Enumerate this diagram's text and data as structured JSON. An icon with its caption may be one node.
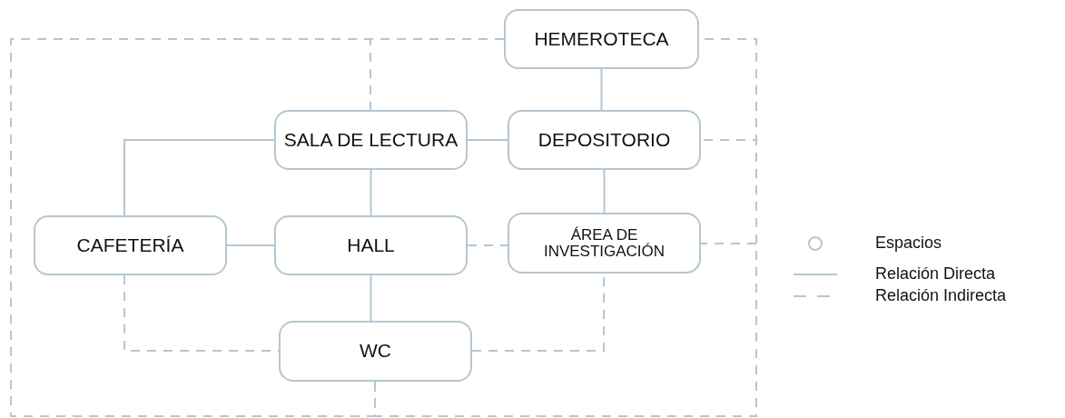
{
  "diagram": {
    "nodes": [
      {
        "text": [
          "HEMEROTECA"
        ]
      },
      {
        "text": [
          "SALA DE LECTURA"
        ]
      },
      {
        "text": [
          "DEPOSITORIO"
        ]
      },
      {
        "text": [
          "CAFETERÍA"
        ]
      },
      {
        "text": [
          "HALL"
        ]
      },
      {
        "text": [
          "ÁREA DE INVESTIGACIÓN"
        ]
      },
      {
        "text": [
          "WC"
        ]
      }
    ],
    "edges": [
      {
        "from": 0,
        "to": 2,
        "arrow": "none"
      },
      {
        "from": 1,
        "to": 2,
        "arrow": "none"
      },
      {
        "from": 1,
        "to": 3,
        "arrow": "none"
      },
      {
        "from": 1,
        "to": 4,
        "arrow": "none"
      },
      {
        "from": 3,
        "to": 4,
        "arrow": "none"
      },
      {
        "from": 4,
        "to": 6,
        "arrow": "none"
      },
      {
        "from": 2,
        "to": 5,
        "arrow": "none"
      },
      {
        "from": 4,
        "to": 5,
        "arrow": "none",
        "style": "dashed"
      },
      {
        "from": 3,
        "to": 6,
        "arrow": "none",
        "style": "dashed"
      },
      {
        "from": 6,
        "to": 5,
        "arrow": "none",
        "style": "dashed"
      },
      {
        "from": 0,
        "to": 1,
        "arrow": "none",
        "style": "dashed"
      },
      {
        "from": 0,
        "to": 6,
        "arrow": "none",
        "style": "dashed"
      },
      {
        "from": 0,
        "to": 2,
        "arrow": "none",
        "style": "dashed"
      },
      {
        "from": 2,
        "to": 6,
        "arrow": "none",
        "style": "dashed"
      },
      {
        "from": 5,
        "to": 6,
        "arrow": "none",
        "style": "dashed"
      }
    ],
    "legend": [
      {
        "text": "Espacios"
      },
      {
        "text": "Relación Directa"
      },
      {
        "text": "Relación Indirecta"
      }
    ]
  }
}
